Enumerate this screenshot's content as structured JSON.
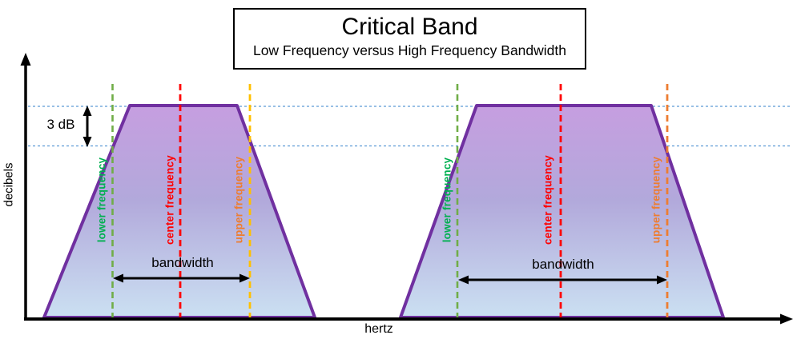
{
  "title": {
    "heading": "Critical Band",
    "subtitle": "Low Frequency versus High Frequency Bandwidth"
  },
  "axis": {
    "y": "decibels",
    "x": "hertz"
  },
  "annotations": {
    "three_db": "3 dB"
  },
  "left_band": {
    "lower": "lower frequency",
    "center": "center frequency",
    "upper": "upper frequency",
    "bandwidth": "bandwidth"
  },
  "right_band": {
    "lower": "lower frequency",
    "center": "center frequency",
    "upper": "upper frequency",
    "bandwidth": "bandwidth"
  },
  "colors": {
    "purple_border": "#7030A0",
    "fill_top": "#C69EE0",
    "fill_mid": "#B2A9DB",
    "fill_bottom": "#CBE0F2",
    "green_line": "#70AD47",
    "green_text": "#00B050",
    "red_line": "#FF0000",
    "yellow_line": "#FFC000",
    "orange_line": "#ED7D31",
    "blue_dashed": "#5B9BD5",
    "axis_black": "#000000"
  }
}
